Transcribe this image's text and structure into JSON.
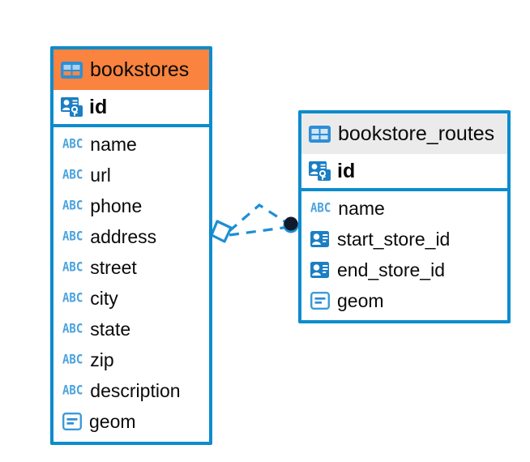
{
  "diagram": {
    "type": "er-diagram",
    "entities": [
      {
        "name": "bookstores",
        "header_color": "#f9833f",
        "border_color": "#0d8ccd",
        "table_icon": "table-icon",
        "primary_key": {
          "label": "id",
          "icon": "primary-key-icon"
        },
        "columns": [
          {
            "label": "name",
            "icon": "text-column-icon"
          },
          {
            "label": "url",
            "icon": "text-column-icon"
          },
          {
            "label": "phone",
            "icon": "text-column-icon"
          },
          {
            "label": "address",
            "icon": "text-column-icon"
          },
          {
            "label": "street",
            "icon": "text-column-icon"
          },
          {
            "label": "city",
            "icon": "text-column-icon"
          },
          {
            "label": "state",
            "icon": "text-column-icon"
          },
          {
            "label": "zip",
            "icon": "text-column-icon"
          },
          {
            "label": "description",
            "icon": "text-column-icon"
          },
          {
            "label": "geom",
            "icon": "geometry-column-icon"
          }
        ]
      },
      {
        "name": "bookstore_routes",
        "header_color": "#ebebeb",
        "border_color": "#0d8ccd",
        "table_icon": "table-icon",
        "primary_key": {
          "label": "id",
          "icon": "primary-key-icon"
        },
        "columns": [
          {
            "label": "name",
            "icon": "text-column-icon"
          },
          {
            "label": "start_store_id",
            "icon": "foreign-key-icon"
          },
          {
            "label": "end_store_id",
            "icon": "foreign-key-icon"
          },
          {
            "label": "geom",
            "icon": "geometry-column-icon"
          }
        ]
      }
    ],
    "relationship": {
      "style": "dashed",
      "color": "#1b8fd4",
      "source_handle": "diamond-handle",
      "target_handle": "filled-circle-handle"
    },
    "text_icon_label": "ABC"
  }
}
